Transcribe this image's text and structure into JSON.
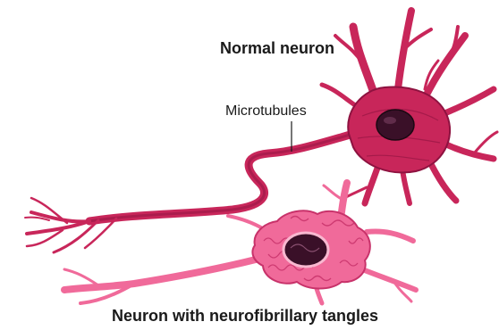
{
  "labels": {
    "normal_neuron": "Normal neuron",
    "microtubules": "Microtubules",
    "tangled_neuron": "Neuron with neurofibrillary tangles"
  },
  "colors": {
    "normal_cell": "#c8265a",
    "normal_cell_dark": "#8e1240",
    "nucleus": "#3a1028",
    "tangled_cell": "#f06a9a",
    "tangled_cell_dark": "#c8326a",
    "label_text": "#1a1a1a"
  }
}
